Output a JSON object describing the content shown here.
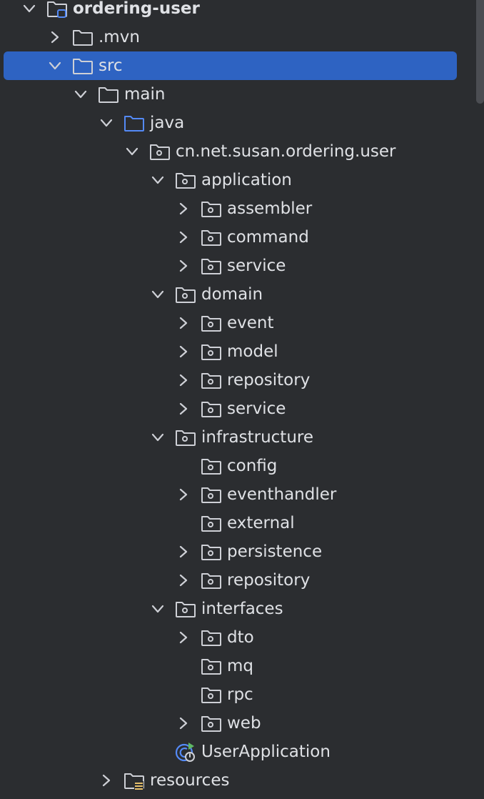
{
  "tree": [
    {
      "label": "ordering-user",
      "level": 0,
      "chevron": "down",
      "icon": "module-folder-icon",
      "bold": true
    },
    {
      "label": ".mvn",
      "level": 1,
      "chevron": "right",
      "icon": "folder-icon"
    },
    {
      "label": "src",
      "level": 1,
      "chevron": "down",
      "icon": "folder-icon",
      "selected": true
    },
    {
      "label": "main",
      "level": 2,
      "chevron": "down",
      "icon": "folder-icon"
    },
    {
      "label": "java",
      "level": 3,
      "chevron": "down",
      "icon": "source-folder-icon"
    },
    {
      "label": "cn.net.susan.ordering.user",
      "level": 4,
      "chevron": "down",
      "icon": "package-icon"
    },
    {
      "label": "application",
      "level": 5,
      "chevron": "down",
      "icon": "package-icon"
    },
    {
      "label": "assembler",
      "level": 6,
      "chevron": "right",
      "icon": "package-icon"
    },
    {
      "label": "command",
      "level": 6,
      "chevron": "right",
      "icon": "package-icon"
    },
    {
      "label": "service",
      "level": 6,
      "chevron": "right",
      "icon": "package-icon"
    },
    {
      "label": "domain",
      "level": 5,
      "chevron": "down",
      "icon": "package-icon"
    },
    {
      "label": "event",
      "level": 6,
      "chevron": "right",
      "icon": "package-icon"
    },
    {
      "label": "model",
      "level": 6,
      "chevron": "right",
      "icon": "package-icon"
    },
    {
      "label": "repository",
      "level": 6,
      "chevron": "right",
      "icon": "package-icon"
    },
    {
      "label": "service",
      "level": 6,
      "chevron": "right",
      "icon": "package-icon"
    },
    {
      "label": "infrastructure",
      "level": 5,
      "chevron": "down",
      "icon": "package-icon"
    },
    {
      "label": "config",
      "level": 6,
      "chevron": "none",
      "icon": "package-icon"
    },
    {
      "label": "eventhandler",
      "level": 6,
      "chevron": "right",
      "icon": "package-icon"
    },
    {
      "label": "external",
      "level": 6,
      "chevron": "none",
      "icon": "package-icon"
    },
    {
      "label": "persistence",
      "level": 6,
      "chevron": "right",
      "icon": "package-icon"
    },
    {
      "label": "repository",
      "level": 6,
      "chevron": "right",
      "icon": "package-icon"
    },
    {
      "label": "interfaces",
      "level": 5,
      "chevron": "down",
      "icon": "package-icon"
    },
    {
      "label": "dto",
      "level": 6,
      "chevron": "right",
      "icon": "package-icon"
    },
    {
      "label": "mq",
      "level": 6,
      "chevron": "none",
      "icon": "package-icon"
    },
    {
      "label": "rpc",
      "level": 6,
      "chevron": "none",
      "icon": "package-icon"
    },
    {
      "label": "web",
      "level": 6,
      "chevron": "right",
      "icon": "package-icon"
    },
    {
      "label": "UserApplication",
      "level": 5,
      "chevron": "none",
      "icon": "spring-boot-application-icon"
    },
    {
      "label": "resources",
      "level": 3,
      "chevron": "right",
      "icon": "resources-folder-icon"
    }
  ],
  "colors": {
    "background": "#2b2d30",
    "selection": "#2e63c2",
    "text": "#dfe1e5",
    "icon_stroke": "#ced0d6",
    "source_folder": "#548af7",
    "module_badge": "#548af7",
    "resources_badge": "#e6c06b",
    "run_badge": "#5fb865"
  }
}
